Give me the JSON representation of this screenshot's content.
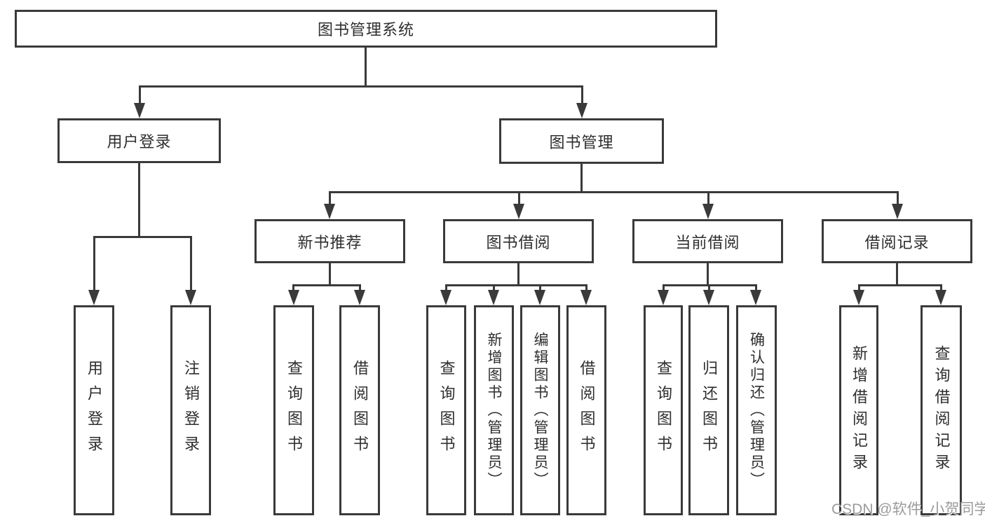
{
  "diagram": {
    "background": "#ffffff",
    "line_color": "#3a3a3a",
    "text_color": "#2e2e2e",
    "watermark": {
      "text": "CSDN @软件_小贺同学",
      "color": "#9b9b9b"
    },
    "nodes": {
      "root": {
        "label": "图书管理系统"
      },
      "user_login": {
        "label": "用户登录"
      },
      "book_management": {
        "label": "图书管理"
      },
      "new_book_recommend": {
        "label": "新书推荐"
      },
      "book_borrow": {
        "label": "图书借阅"
      },
      "current_borrow": {
        "label": "当前借阅"
      },
      "borrow_record": {
        "label": "借阅记录"
      },
      "leaf_user_login": {
        "label": "用户登录"
      },
      "leaf_logout": {
        "label": "注销登录"
      },
      "leaf_rec_query_book": {
        "label": "查询图书"
      },
      "leaf_rec_borrow_book": {
        "label": "借阅图书"
      },
      "leaf_bb_query_book": {
        "label": "查询图书"
      },
      "leaf_bb_add_book": {
        "label": "新增图书（管理员）"
      },
      "leaf_bb_edit_book": {
        "label": "编辑图书（管理员）"
      },
      "leaf_bb_borrow_book": {
        "label": "借阅图书"
      },
      "leaf_cur_query_book": {
        "label": "查询图书"
      },
      "leaf_cur_return_book": {
        "label": "归还图书"
      },
      "leaf_cur_confirm_return": {
        "label": "确认归还（管理员）"
      },
      "leaf_rd_add_record": {
        "label": "新增借阅记录"
      },
      "leaf_rd_query_record": {
        "label": "查询借阅记录"
      }
    }
  }
}
